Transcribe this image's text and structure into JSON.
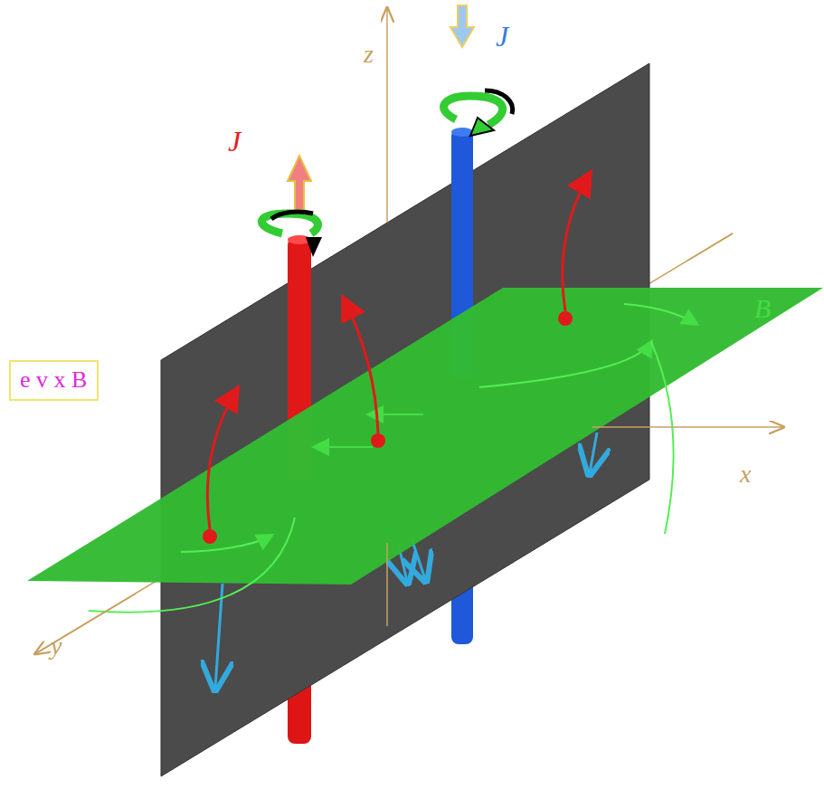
{
  "diagram": {
    "nodes": [
      {
        "text": [
          "e v x B"
        ]
      }
    ],
    "labels": [
      "z",
      "J",
      "J",
      "B",
      "x",
      "y"
    ]
  }
}
